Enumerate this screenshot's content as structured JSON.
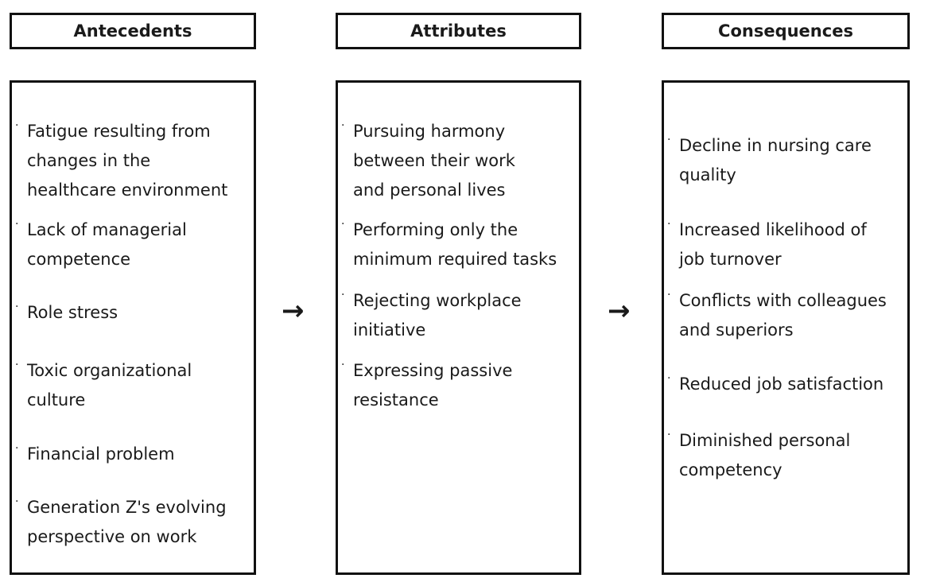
{
  "columns": [
    {
      "header": "Antecedents",
      "items": [
        "Fatigue resulting from\nchanges in the\nhealthcare environment",
        "Lack of managerial\ncompetence",
        "Role stress",
        "Toxic organizational\nculture",
        "Financial problem",
        "Generation Z's evolving\nperspective on work"
      ]
    },
    {
      "header": "Attributes",
      "items": [
        "Pursuing harmony\nbetween their work\nand personal lives",
        "Performing only the\nminimum required tasks",
        "Rejecting workplace\ninitiative",
        "Expressing passive\nresistance"
      ]
    },
    {
      "header": "Consequences",
      "items": [
        "Decline in nursing care\nquality",
        "Increased likelihood of\njob turnover",
        "Conflicts with colleagues\nand superiors",
        "Reduced job satisfaction",
        "Diminished personal\ncompetency"
      ]
    }
  ],
  "bullet_glyph": "·",
  "arrow_glyph": "→"
}
